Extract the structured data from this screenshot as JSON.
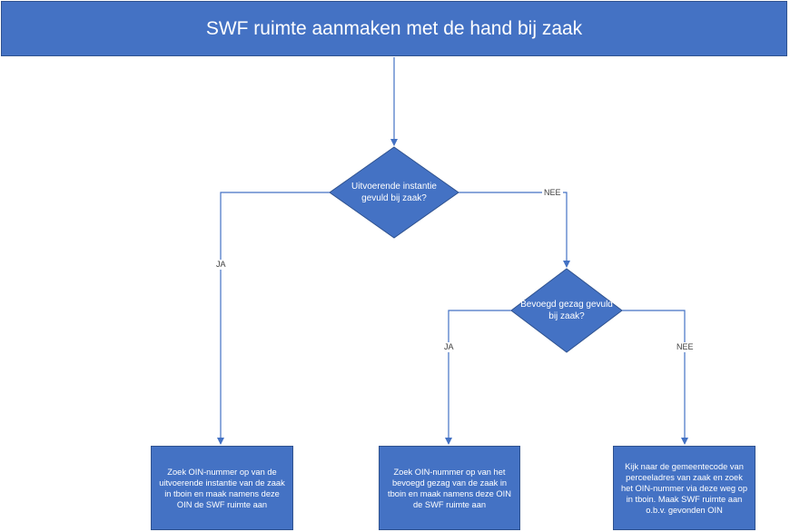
{
  "title": "SWF ruimte aanmaken met de hand bij zaak",
  "colors": {
    "shape_fill": "#4472C4",
    "shape_border": "#2F528F",
    "connector": "#4472C4"
  },
  "decision1": {
    "text": "Uitvoerende instantie gevuld bij zaak?"
  },
  "decision2": {
    "text": "Bevoegd gezag gevuld bij zaak?"
  },
  "edges": {
    "d1_yes": "JA",
    "d1_no": "NEE",
    "d2_yes": "JA",
    "d2_no": "NEE"
  },
  "actions": {
    "box1": "Zoek OIN-nummer op van de uitvoerende instantie van de zaak in tboin en maak namens deze OIN de SWF ruimte aan",
    "box2": "Zoek OIN-nummer op van het bevoegd gezag van de zaak in tboin en maak namens deze OIN de SWF ruimte aan",
    "box3": "Kijk naar de gemeentecode van perceeladres van zaak en zoek het OIN-nummer via deze weg op in tboin. Maak SWF ruimte aan o.b.v. gevonden OIN"
  }
}
